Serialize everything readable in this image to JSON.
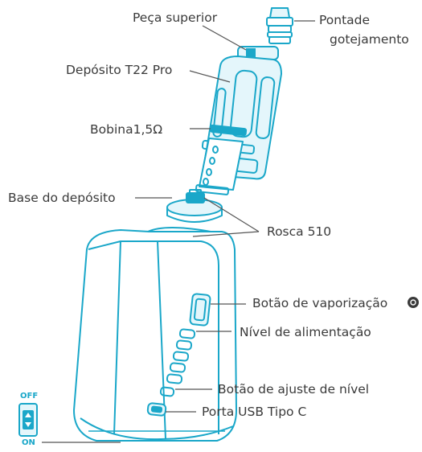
{
  "labels": {
    "top_cap": "Peça superior",
    "drip_tip_1": "Pontade",
    "drip_tip_2": "gotejamento",
    "tank": "Depósito T22 Pro",
    "coil": "Bobina1,5Ω",
    "tank_base": "Base do depósito",
    "thread": "Rosca 510",
    "fire_button": "Botão de vaporização",
    "power_level": "Nível de alimentação",
    "adjust_button": "Botão de ajuste de nível",
    "usb_port": "Porta USB Tipo C"
  },
  "switch": {
    "off": "OFF",
    "on": "ON"
  },
  "colors": {
    "line": "#1aa7c9",
    "light": "#e4f6fb",
    "text": "#3a3a3a"
  }
}
